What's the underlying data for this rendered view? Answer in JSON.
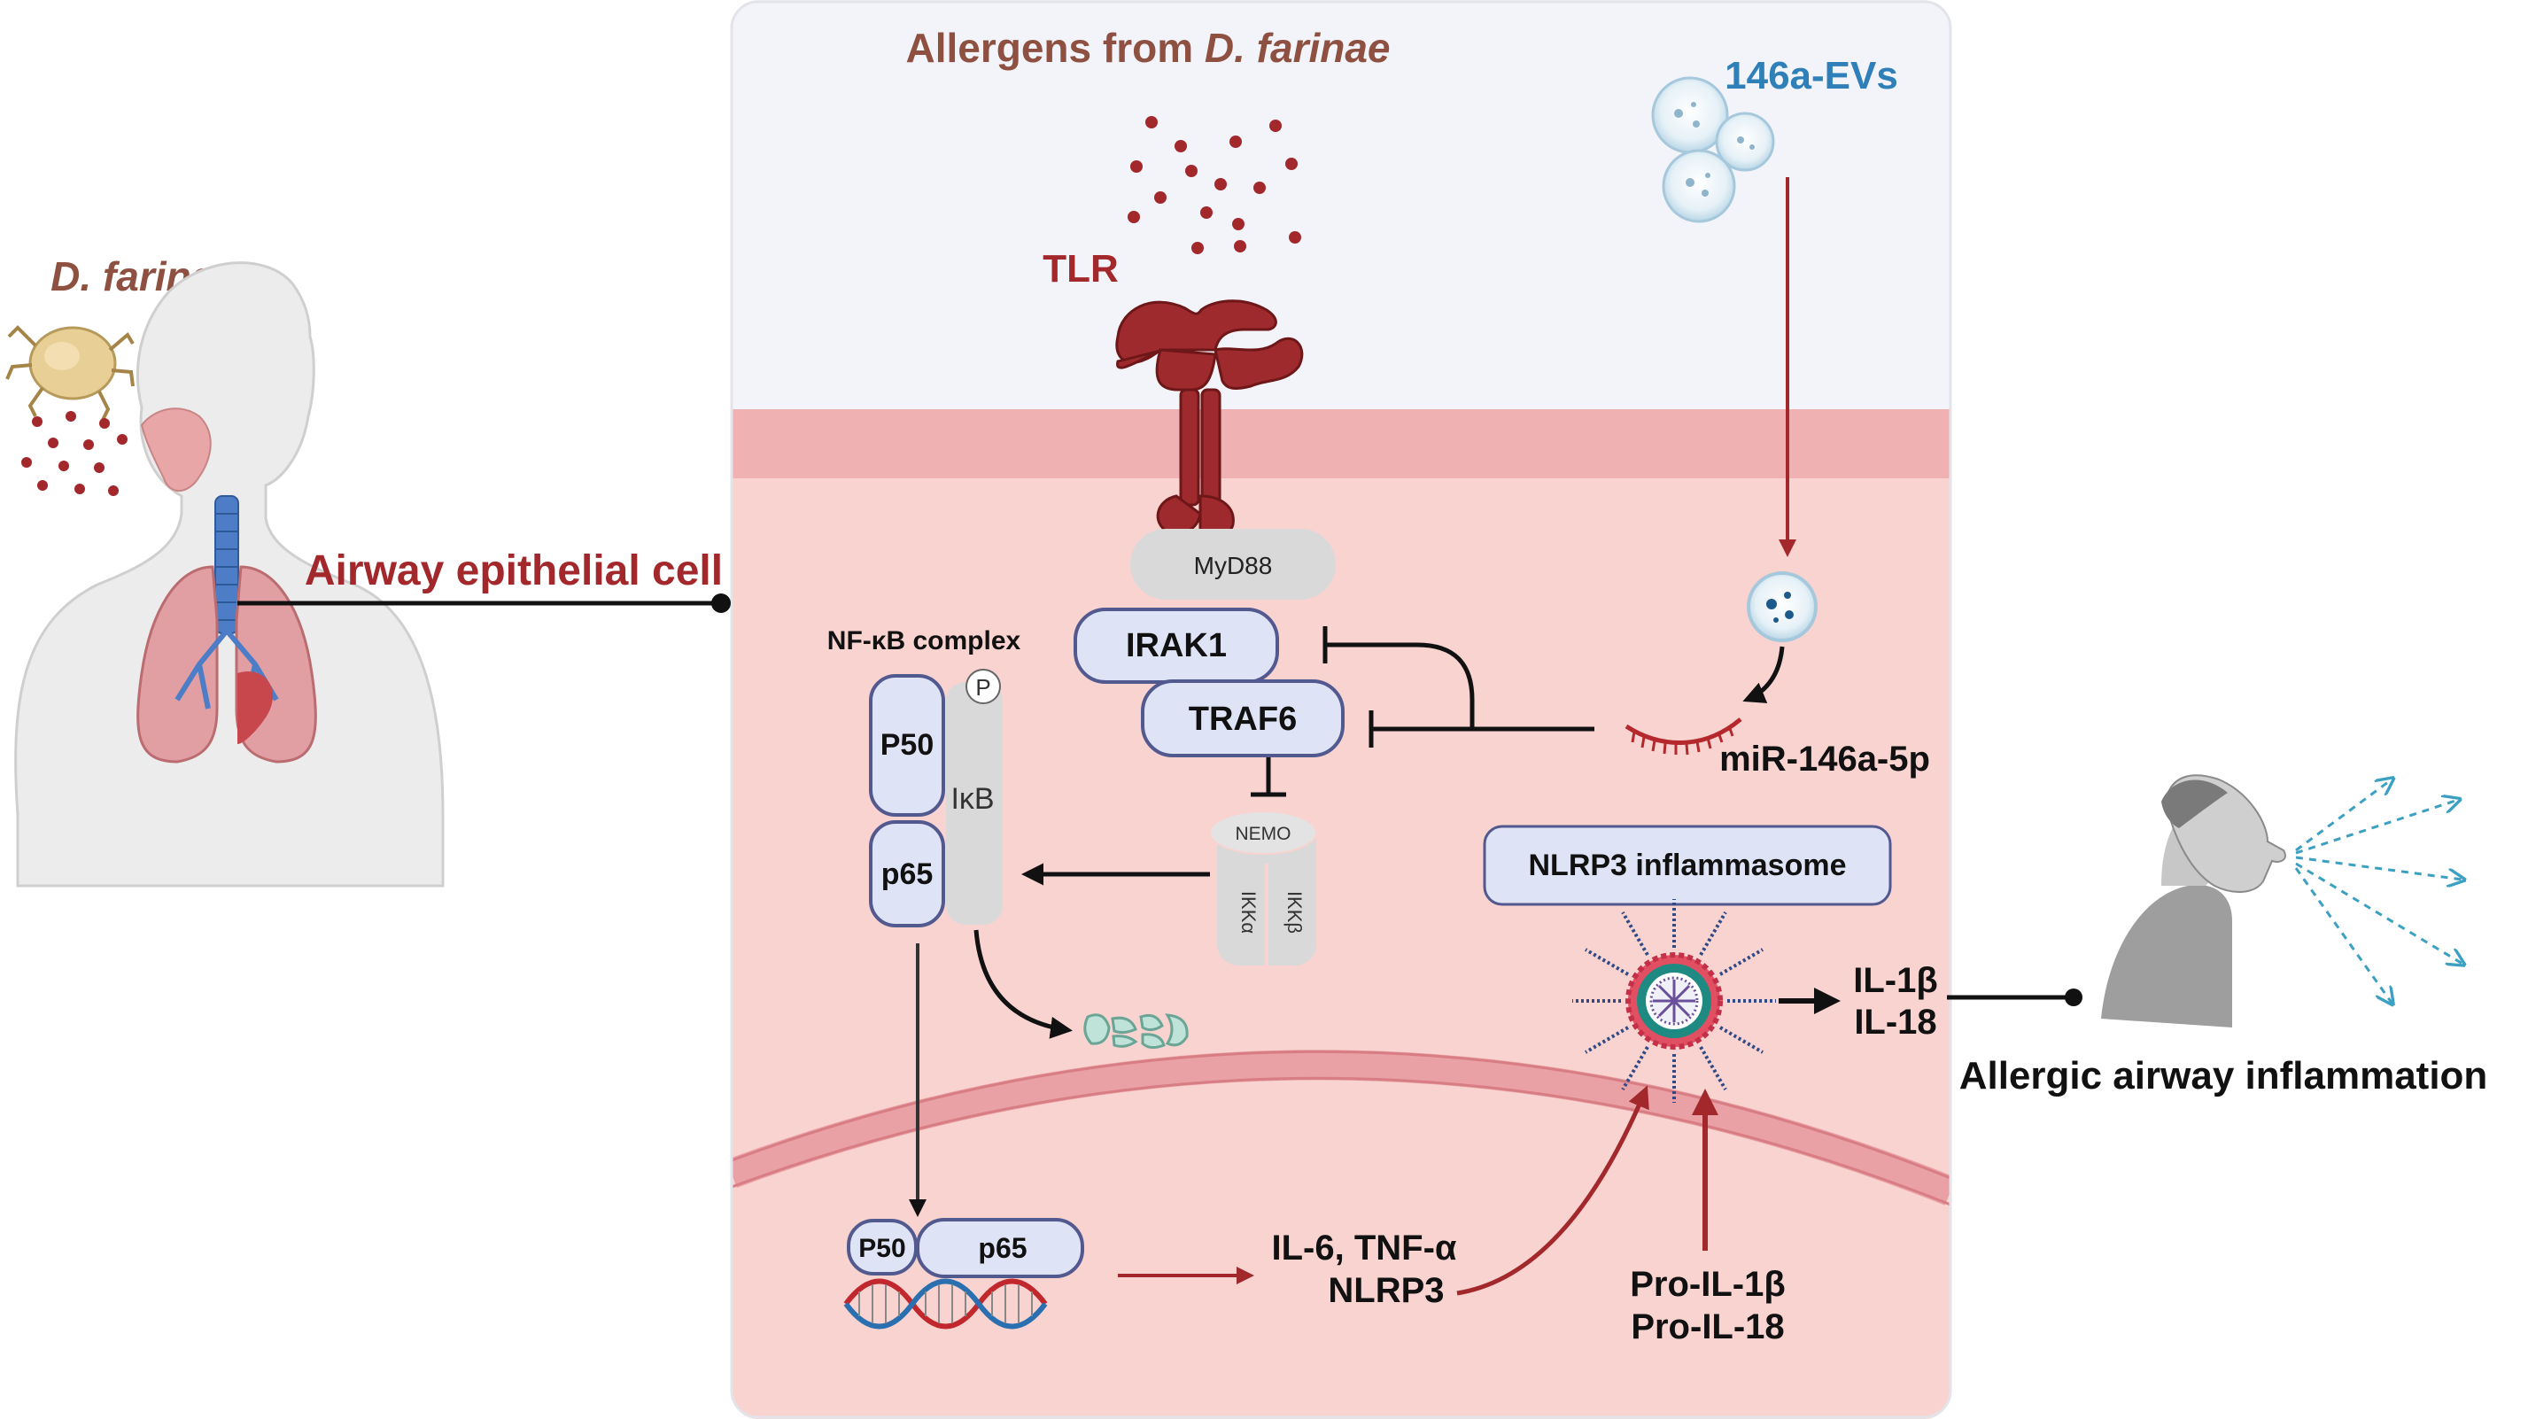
{
  "left": {
    "organism_label": "D. farinae",
    "connector_label": "Airway epithelial cell"
  },
  "cell": {
    "allergens_prefix": "Allergens from ",
    "allergens_species": "D. farinae",
    "vesicles_label": "146a-EVs",
    "receptor_label": "TLR",
    "adaptor_label": "MyD88",
    "kinase_label": "IRAK1",
    "ligase_label": "TRAF6",
    "nfkb_complex_label": "NF-κB complex",
    "phospho_label": "P",
    "p50_label": "P50",
    "p65_label": "p65",
    "ikb_label": "IκB",
    "nemo_label": "NEMO",
    "ikka_label": "IKKα",
    "ikkb_label": "IKKβ",
    "mirna_label": "miR-146a-5p",
    "inflammasome_label": "NLRP3 inflammasome",
    "cytokine_out_1": "IL-1β",
    "cytokine_out_2": "IL-18",
    "nuclear_p50_label": "P50",
    "nuclear_p65_label": "p65",
    "gene_products_1": "IL-6, TNF-α",
    "gene_products_2": "NLRP3",
    "pro_cytokine_1": "Pro-IL-1β",
    "pro_cytokine_2": "Pro-IL-18"
  },
  "right": {
    "outcome_label": "Allergic airway inflammation"
  },
  "colors": {
    "dark_red": "#a3282c",
    "title_brown": "#8e5040",
    "vesicle_blue": "#2f7fb8",
    "membrane_pink": "#efb1b1",
    "cytoplasm_pink": "#f8d3d0",
    "extracellular": "#f3f4fa",
    "protein_fill": "#dfe3f6",
    "protein_stroke": "#51598f",
    "gray_protein": "#d9d9d9"
  },
  "icons": [
    "mite-icon",
    "human-respiratory-icon",
    "tlr-receptor-icon",
    "extracellular-vesicle-icon",
    "dna-helix-icon",
    "inflammasome-icon",
    "sneezing-person-icon"
  ]
}
